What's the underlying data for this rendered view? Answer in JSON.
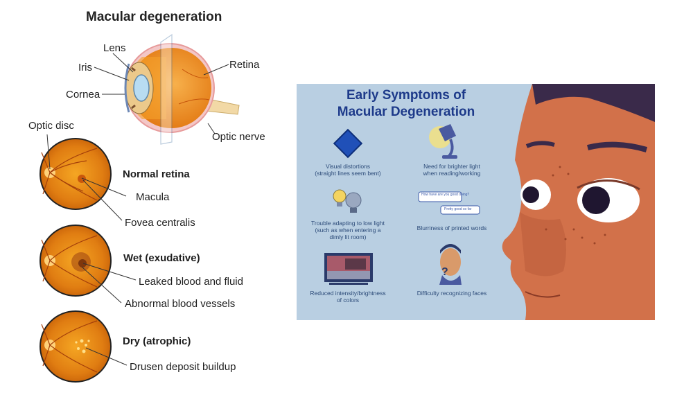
{
  "left_diagram": {
    "title": "Macular degeneration",
    "eye_labels": {
      "lens": "Lens",
      "iris": "Iris",
      "cornea": "Cornea",
      "retina": "Retina",
      "optic_nerve": "Optic nerve"
    },
    "optic_disc": "Optic disc",
    "normal": {
      "title": "Normal retina",
      "label1": "Macula",
      "label2": "Fovea centralis"
    },
    "wet": {
      "title": "Wet (exudative)",
      "label1": "Leaked blood and fluid",
      "label2": "Abnormal blood vessels"
    },
    "dry": {
      "title": "Dry (atrophic)",
      "label1": "Drusen deposit buildup"
    }
  },
  "right_panel": {
    "title_line1": "Early Symptoms of",
    "title_line2": "Macular Degeneration",
    "symptoms": [
      {
        "line1": "Visual distortions",
        "line2": "(straight lines seem bent)",
        "line3": "",
        "icon": "diamond-icon"
      },
      {
        "line1": "Need for brighter light",
        "line2": "when reading/working",
        "line3": "",
        "icon": "lamp-icon"
      },
      {
        "line1": "Trouble adapting to low light",
        "line2": "(such as when entering a",
        "line3": "dimly lit room)",
        "icon": "lightbulbs-icon"
      },
      {
        "line1": "Blurriness of printed words",
        "line2": "",
        "line3": "",
        "icon": "chat-bubbles-icon"
      },
      {
        "line1": "Reduced intensity/brightness",
        "line2": "of colors",
        "line3": "",
        "icon": "monitor-icon"
      },
      {
        "line1": "Difficulty recognizing faces",
        "line2": "",
        "line3": "",
        "icon": "face-question-icon"
      }
    ],
    "chat": {
      "bubble1": "How have are you good doing?",
      "bubble2": "Pretty good so far"
    },
    "colors": {
      "panel_bg": "#b9cfe2",
      "title": "#1d3a8a",
      "skin": "#d2714a"
    }
  }
}
